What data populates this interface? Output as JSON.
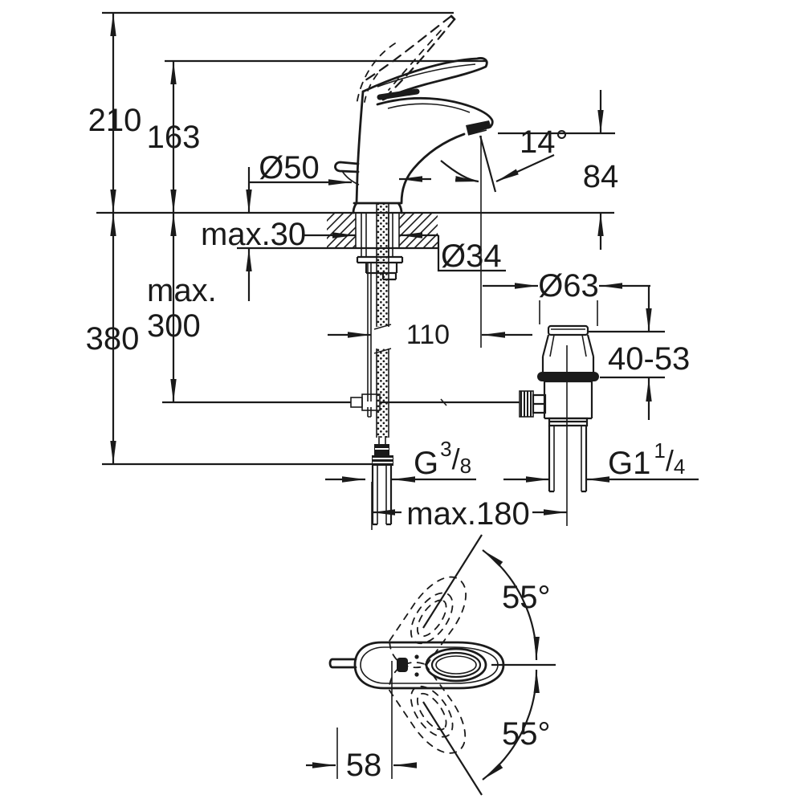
{
  "colors": {
    "ink": "#1a1a1a",
    "background": "#ffffff"
  },
  "dimensions": {
    "overall_height": "210",
    "spout_height": "163",
    "base_diameter": "Ø50",
    "aerator_angle": "14°",
    "spout_outlet_height": "84",
    "deck_thickness": "max.30",
    "deck_hole_diameter": "Ø34",
    "rod_length_line1": "max.",
    "rod_length_line2": "300",
    "below_deck_depth": "380",
    "spout_reach": "110",
    "waste_flange_diameter": "Ø63",
    "waste_deck_range": "40-53",
    "supply_thread": {
      "base": "G",
      "sup": "3",
      "slash": "/",
      "sub": "8"
    },
    "waste_thread": {
      "base": "G1",
      "sup": "1",
      "slash": "/",
      "sub": "4"
    },
    "rod_reach": "max.180",
    "swivel_upper": "55°",
    "swivel_lower": "55°",
    "handle_center_offset": "58"
  }
}
